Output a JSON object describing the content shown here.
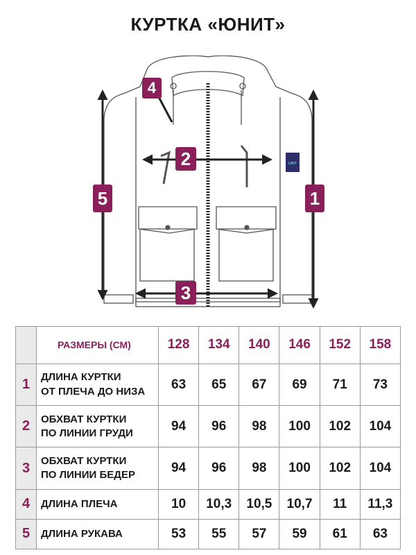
{
  "title": "КУРТКА «ЮНИТ»",
  "colors": {
    "accent": "#8a1f5a",
    "arrow": "#222222",
    "outline": "#555555"
  },
  "diagram": {
    "markers": [
      "1",
      "2",
      "3",
      "4",
      "5"
    ],
    "tag_text": "UNIT"
  },
  "table": {
    "header_label": "РАЗМЕРЫ (СМ)",
    "sizes": [
      "128",
      "134",
      "140",
      "146",
      "152",
      "158"
    ],
    "rows": [
      {
        "num": "1",
        "line1": "ДЛИНА КУРТКИ",
        "line2": "ОТ ПЛЕЧА ДО НИЗА",
        "values": [
          "63",
          "65",
          "67",
          "69",
          "71",
          "73"
        ]
      },
      {
        "num": "2",
        "line1": "ОБХВАТ КУРТКИ",
        "line2": "ПО ЛИНИИ ГРУДИ",
        "values": [
          "94",
          "96",
          "98",
          "100",
          "102",
          "104"
        ]
      },
      {
        "num": "3",
        "line1": "ОБХВАТ КУРТКИ",
        "line2": "ПО ЛИНИИ БЕДЕР",
        "values": [
          "94",
          "96",
          "98",
          "100",
          "102",
          "104"
        ]
      },
      {
        "num": "4",
        "line1": "ДЛИНА ПЛЕЧА",
        "line2": "",
        "values": [
          "10",
          "10,3",
          "10,5",
          "10,7",
          "11",
          "11,3"
        ]
      },
      {
        "num": "5",
        "line1": "ДЛИНА РУКАВА",
        "line2": "",
        "values": [
          "53",
          "55",
          "57",
          "59",
          "61",
          "63"
        ]
      }
    ]
  }
}
